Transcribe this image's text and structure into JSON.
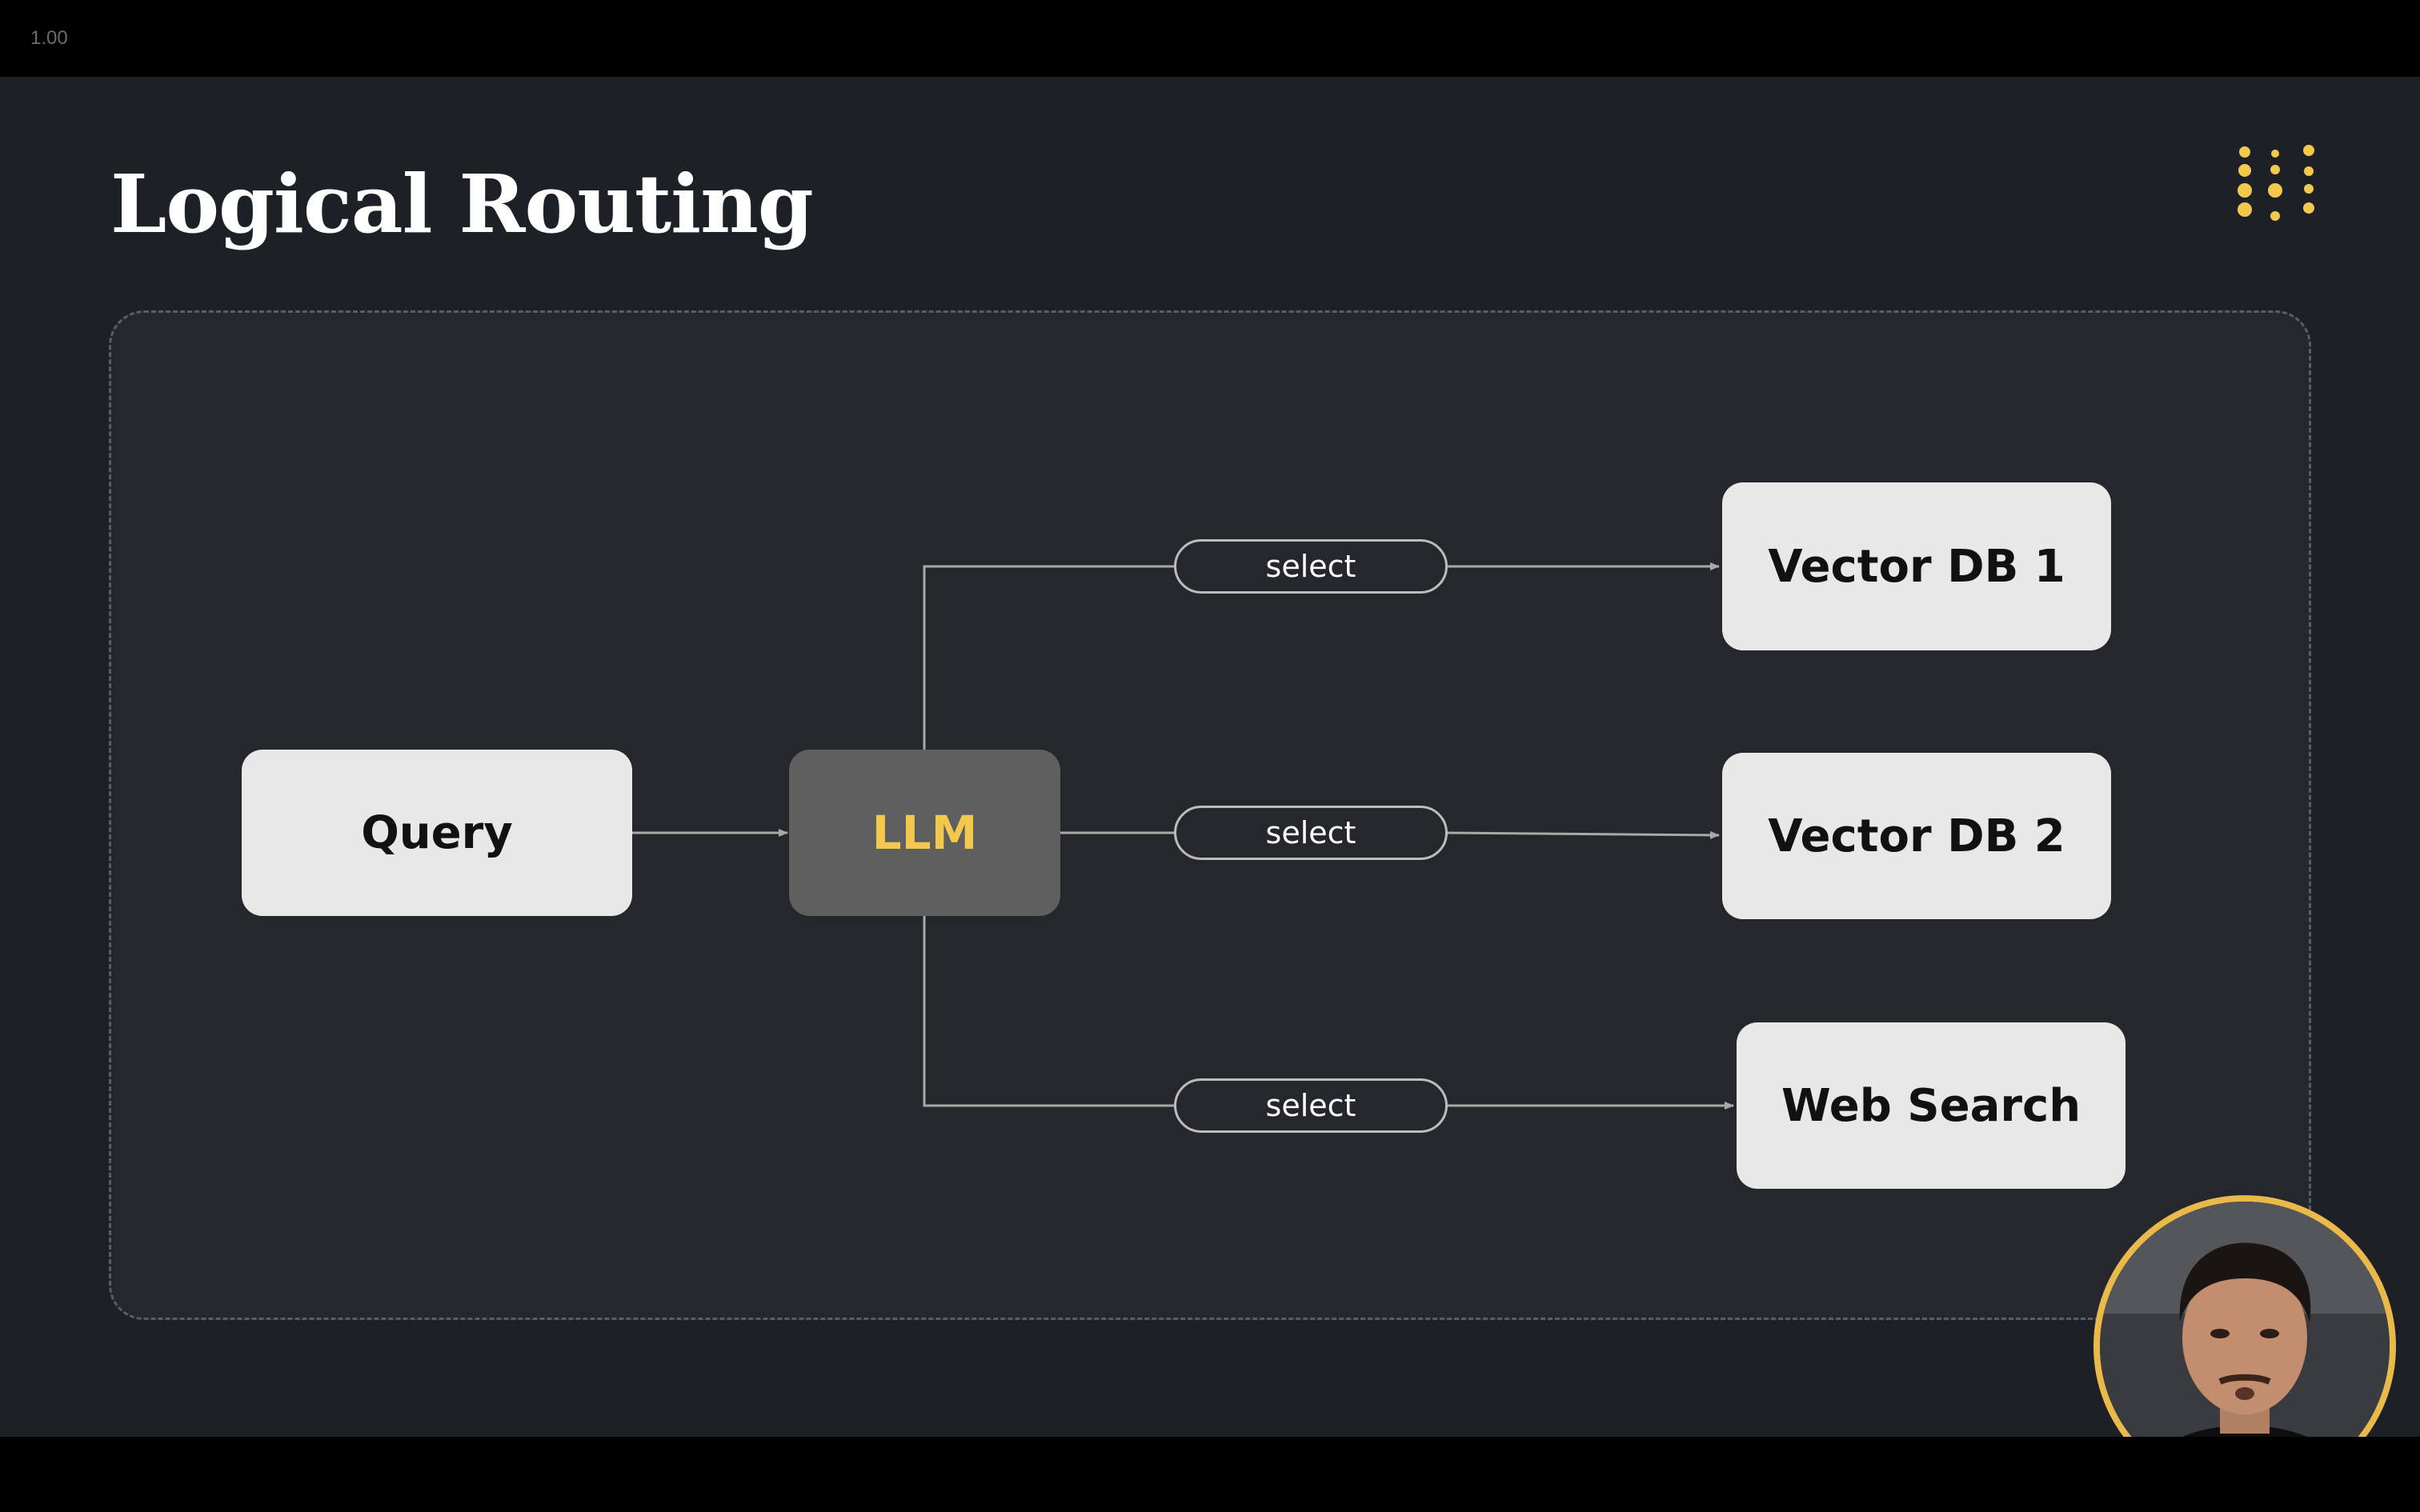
{
  "player": {
    "playback_speed": "1.00"
  },
  "slide": {
    "title": "Logical Routing",
    "brand_logo_icon": "dot-grid-logo",
    "accent_color": "#f2c94c",
    "background_color": "#1e2027"
  },
  "diagram": {
    "nodes": {
      "query": "Query",
      "llm": "LLM",
      "vector_db_1": "Vector DB 1",
      "vector_db_2": "Vector DB 2",
      "web_search": "Web Search"
    },
    "edge_labels": [
      "select",
      "select",
      "select"
    ]
  },
  "presenter": {
    "webcam_icon": "presenter-webcam-icon",
    "ring_color": "#e9b949"
  }
}
